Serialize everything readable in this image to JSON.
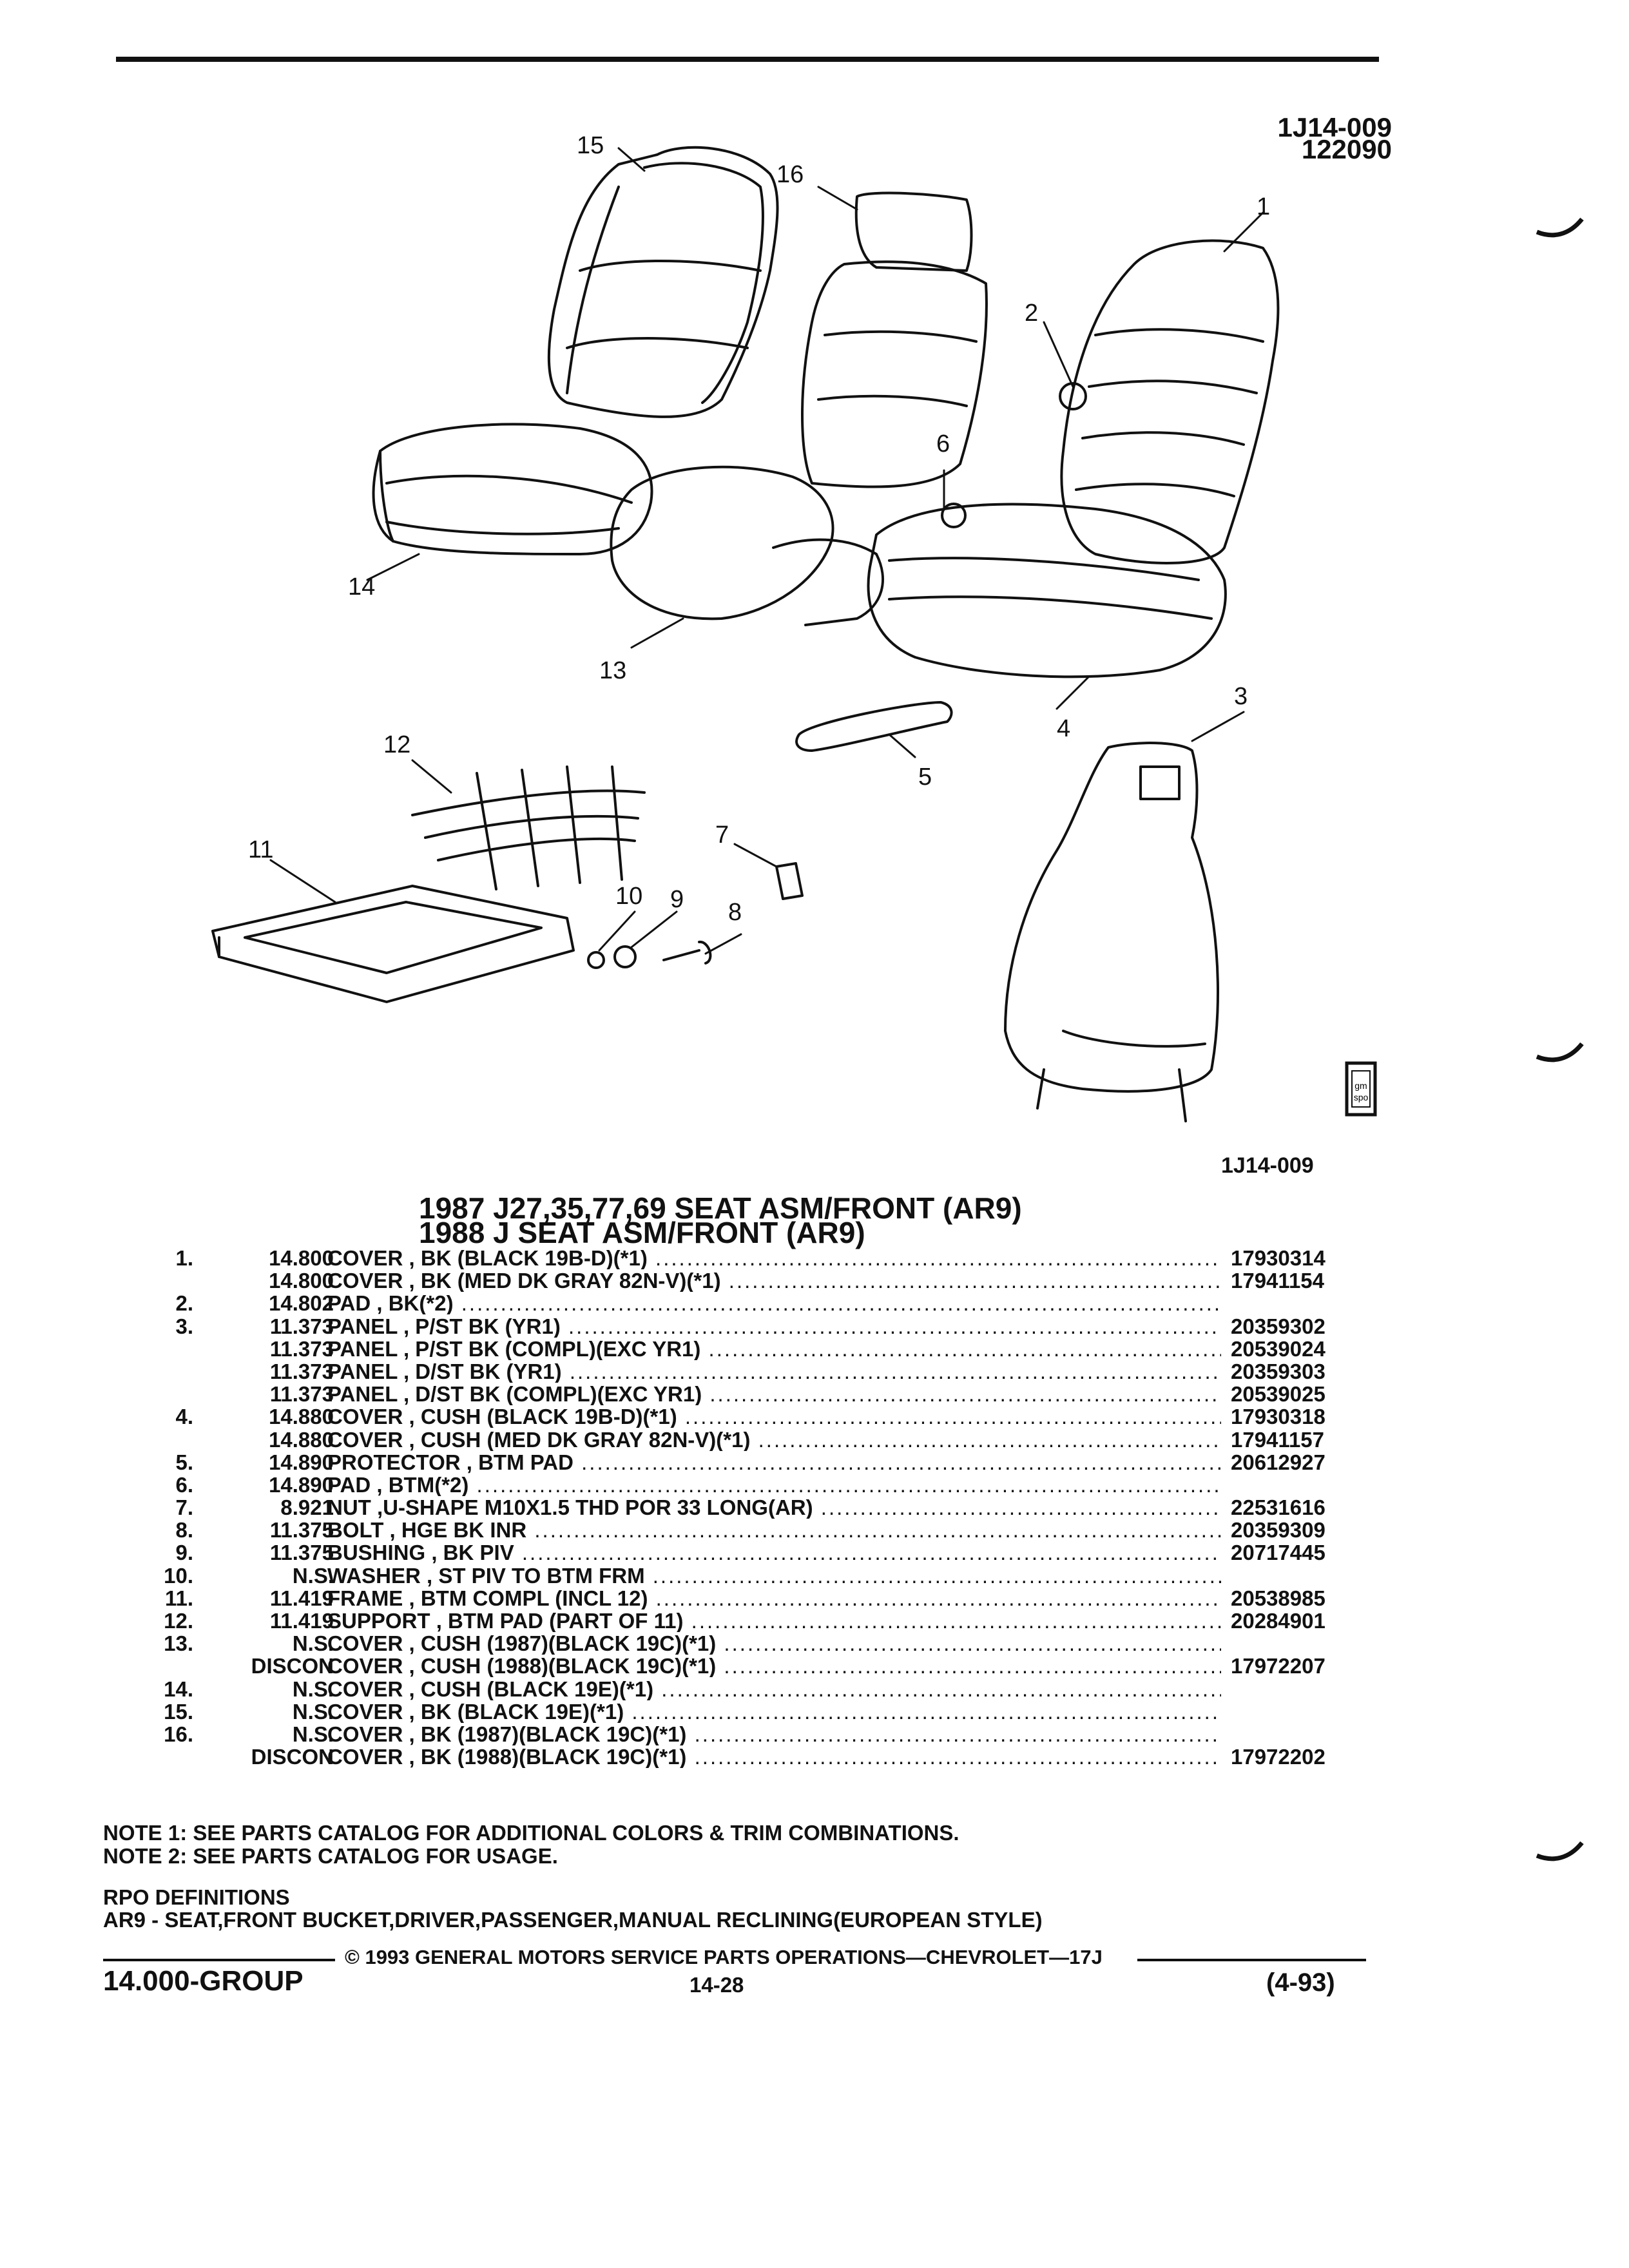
{
  "header": {
    "ref_code": "1J14-009",
    "ref_date": "122090"
  },
  "figure": {
    "callouts": [
      "1",
      "2",
      "3",
      "4",
      "5",
      "6",
      "7",
      "8",
      "9",
      "10",
      "11",
      "12",
      "13",
      "14",
      "15",
      "16"
    ],
    "figure_label": "1J14-009",
    "badge_icon": "gm-spo-logo-icon"
  },
  "title": {
    "line1": "1987 J27,35,77,69 SEAT ASM/FRONT (AR9)",
    "line2": "1988 J SEAT ASM/FRONT (AR9)"
  },
  "parts": [
    {
      "num": "1.",
      "group": "14.800",
      "desc": "COVER , BK (BLACK 19B-D)(*1)",
      "pn": "17930314"
    },
    {
      "num": "",
      "group": "14.800",
      "desc": "COVER , BK (MED DK GRAY 82N-V)(*1)",
      "pn": "17941154"
    },
    {
      "num": "2.",
      "group": "14.802",
      "desc": "PAD , BK(*2)",
      "pn": ""
    },
    {
      "num": "3.",
      "group": "11.373",
      "desc": "PANEL , P/ST BK (YR1)",
      "pn": "20359302"
    },
    {
      "num": "",
      "group": "11.373",
      "desc": "PANEL , P/ST BK (COMPL)(EXC YR1)",
      "pn": "20539024"
    },
    {
      "num": "",
      "group": "11.373",
      "desc": "PANEL , D/ST BK (YR1)",
      "pn": "20359303"
    },
    {
      "num": "",
      "group": "11.373",
      "desc": "PANEL , D/ST BK (COMPL)(EXC YR1)",
      "pn": "20539025"
    },
    {
      "num": "4.",
      "group": "14.880",
      "desc": "COVER , CUSH (BLACK 19B-D)(*1)",
      "pn": "17930318"
    },
    {
      "num": "",
      "group": "14.880",
      "desc": "COVER , CUSH (MED DK GRAY 82N-V)(*1)",
      "pn": "17941157"
    },
    {
      "num": "5.",
      "group": "14.890",
      "desc": "PROTECTOR , BTM PAD",
      "pn": "20612927"
    },
    {
      "num": "6.",
      "group": "14.890",
      "desc": "PAD , BTM(*2)",
      "pn": ""
    },
    {
      "num": "7.",
      "group": "8.921",
      "desc": "NUT ,U-SHAPE M10X1.5 THD POR 33 LONG(AR)",
      "pn": "22531616"
    },
    {
      "num": "8.",
      "group": "11.375",
      "desc": "BOLT , HGE BK INR",
      "pn": "20359309"
    },
    {
      "num": "9.",
      "group": "11.375",
      "desc": "BUSHING , BK PIV",
      "pn": "20717445"
    },
    {
      "num": "10.",
      "group": "N.S.",
      "desc": "WASHER , ST PIV TO BTM FRM",
      "pn": ""
    },
    {
      "num": "11.",
      "group": "11.419",
      "desc": "FRAME , BTM COMPL (INCL 12)",
      "pn": "20538985"
    },
    {
      "num": "12.",
      "group": "11.419",
      "desc": "SUPPORT , BTM PAD (PART OF 11)",
      "pn": "20284901"
    },
    {
      "num": "13.",
      "group": "N.S.",
      "desc": "COVER , CUSH (1987)(BLACK 19C)(*1)",
      "pn": ""
    },
    {
      "num": "",
      "group": "DISCON",
      "desc": "COVER , CUSH (1988)(BLACK 19C)(*1)",
      "pn": "17972207"
    },
    {
      "num": "14.",
      "group": "N.S.",
      "desc": "COVER , CUSH (BLACK 19E)(*1)",
      "pn": ""
    },
    {
      "num": "15.",
      "group": "N.S.",
      "desc": "COVER , BK (BLACK 19E)(*1)",
      "pn": ""
    },
    {
      "num": "16.",
      "group": "N.S.",
      "desc": "COVER , BK (1987)(BLACK 19C)(*1)",
      "pn": ""
    },
    {
      "num": "",
      "group": "DISCON",
      "desc": "COVER , BK (1988)(BLACK 19C)(*1)",
      "pn": "17972202"
    }
  ],
  "notes": {
    "note1": "NOTE  1:  SEE PARTS CATALOG FOR ADDITIONAL COLORS & TRIM COMBINATIONS.",
    "note2": "NOTE  2:  SEE PARTS CATALOG FOR USAGE."
  },
  "rpo": {
    "heading": "RPO DEFINITIONS",
    "ar9": "AR9 - SEAT,FRONT BUCKET,DRIVER,PASSENGER,MANUAL RECLINING(EUROPEAN STYLE)"
  },
  "footer": {
    "copyright": "© 1993 GENERAL MOTORS SERVICE PARTS OPERATIONS—CHEVROLET—17J",
    "group": "14.000-GROUP",
    "page": "14-28",
    "date": "(4-93)"
  }
}
